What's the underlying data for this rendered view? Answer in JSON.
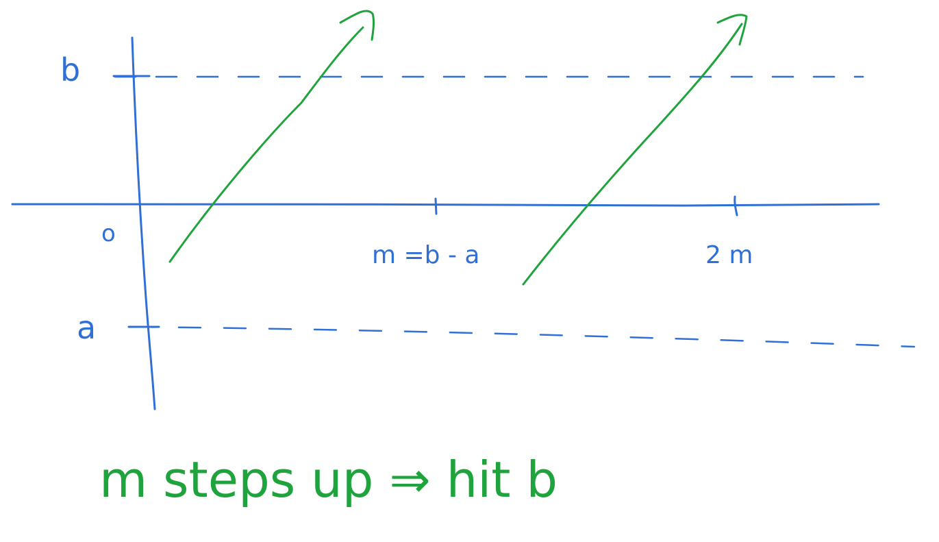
{
  "labels": {
    "b": "b",
    "a": "a",
    "origin": "o",
    "tick1": "m =b - a",
    "tick2": "2 m",
    "caption": "m  steps  up  ⇒  hit  b"
  },
  "colors": {
    "axis": "#2f6fd6",
    "guide": "#2f6fd6",
    "ramp": "#1fa33c",
    "background": "#ffffff"
  }
}
